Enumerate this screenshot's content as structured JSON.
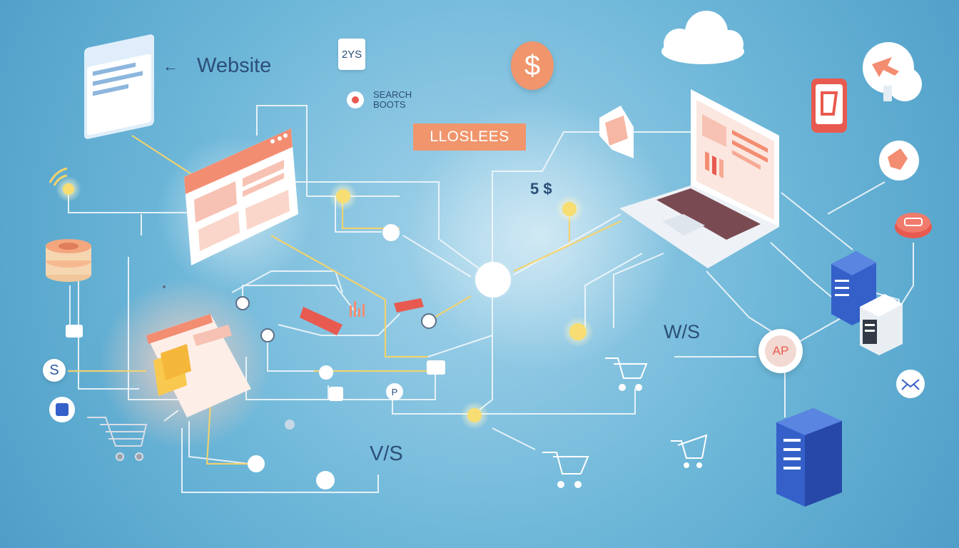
{
  "labels": {
    "website": "Website",
    "arrow": "←",
    "doc_label": "2YS",
    "search_line1": "SEARCH",
    "search_line2": "BOOTS",
    "badge": "LLOSLEES",
    "price": "5 $",
    "vs_right": "W/S",
    "vs_bottom": "V/S",
    "ap_node": "AP",
    "dollar_coin": "$",
    "s_coin": "S",
    "p_coin": "P"
  },
  "colors": {
    "background": "#6cb6d8",
    "accent_coral": "#f0956c",
    "accent_red": "#e85a4f",
    "server_blue": "#3560c9",
    "line_white": "#f2f7fb",
    "line_yellow": "#f5d36a"
  },
  "icons": [
    "website-window-icon",
    "cloud-icon",
    "database-stack-icon",
    "laptop-icon",
    "server-icon",
    "shopping-cart-icon",
    "dollar-coin-icon",
    "mail-icon",
    "search-icon",
    "document-icon"
  ]
}
